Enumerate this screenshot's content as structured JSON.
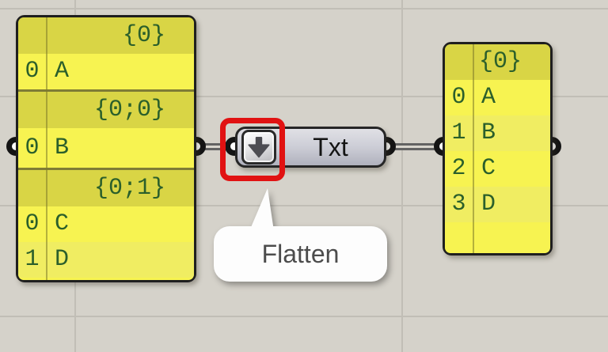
{
  "canvas": {
    "background": "#d5d2ca",
    "grid_color": "#c1beb6"
  },
  "left_panel": {
    "branches": [
      {
        "path": "{0}",
        "items": [
          {
            "index": "0",
            "value": "A"
          }
        ]
      },
      {
        "path": "{0;0}",
        "items": [
          {
            "index": "0",
            "value": "B"
          }
        ]
      },
      {
        "path": "{0;1}",
        "items": [
          {
            "index": "0",
            "value": "C"
          },
          {
            "index": "1",
            "value": "D"
          }
        ]
      }
    ]
  },
  "component": {
    "label": "Txt",
    "modifier_icon": "flatten-down-arrow-icon"
  },
  "annotation": {
    "tooltip": "Flatten",
    "highlight_color": "#e11212"
  },
  "right_panel": {
    "branches": [
      {
        "path": "{0}",
        "items": [
          {
            "index": "0",
            "value": "A"
          },
          {
            "index": "1",
            "value": "B"
          },
          {
            "index": "2",
            "value": "C"
          },
          {
            "index": "3",
            "value": "D"
          }
        ]
      }
    ]
  },
  "colors": {
    "panel_row_bright": "#f7f351",
    "panel_row_pale": "#f0ed62",
    "panel_header": "#d9d545",
    "panel_text_green": "#2b5f2b",
    "component_gray": "#cccdd6",
    "wire_gray": "#636363"
  }
}
